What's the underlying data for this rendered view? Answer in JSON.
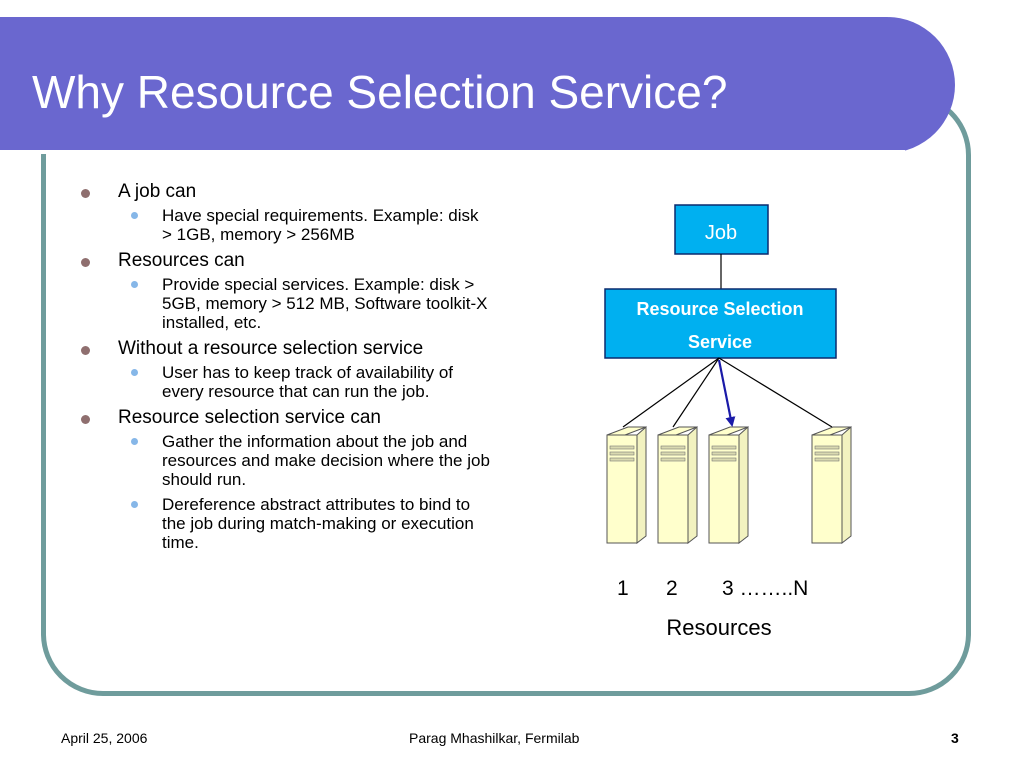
{
  "slide": {
    "title": "Why Resource Selection Service?"
  },
  "bullets": [
    {
      "text": "A job can",
      "sub": [
        "Have special requirements. Example: disk > 1GB, memory > 256MB"
      ]
    },
    {
      "text": "Resources can",
      "sub": [
        "Provide special services. Example: disk > 5GB, memory > 512 MB, Software toolkit-X installed, etc."
      ]
    },
    {
      "text": "Without a resource selection service",
      "sub": [
        "User has to keep track of availability of every resource that can run the job."
      ]
    },
    {
      "text": "Resource selection service can",
      "sub": [
        "Gather the information about the job and resources and make decision where the job should run.",
        "Dereference abstract attributes to bind to the job during match-making or execution time."
      ]
    }
  ],
  "diagram": {
    "job_label": "Job",
    "service_label_line1": "Resource Selection",
    "service_label_line2": "Service",
    "server_numbers": [
      "1",
      "2",
      "3 ……..N"
    ],
    "resources_label": "Resources"
  },
  "colors": {
    "title_bar": "#6a67cf",
    "box_fill": "#00b0f0",
    "frame": "#6f9c9c",
    "server_fill": "#ffffcc",
    "arrow": "#1a1aa8"
  },
  "footer": {
    "date": "April 25, 2006",
    "author": "Parag Mhashilkar, Fermilab",
    "page": "3"
  }
}
